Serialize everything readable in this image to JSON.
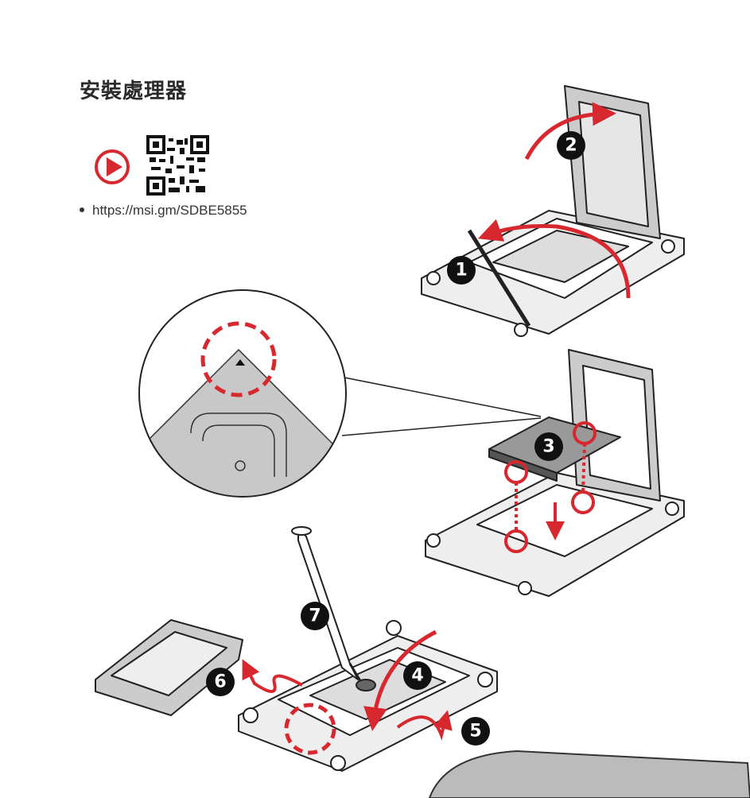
{
  "page": {
    "title": "安裝處理器",
    "video_link": "https://msi.gm/SDBE5855",
    "icons": {
      "play": "play-video-icon",
      "qr": "qr-code"
    },
    "accent_color": "#d7282f"
  },
  "steps": [
    "1",
    "2",
    "3",
    "4",
    "5",
    "6",
    "7"
  ]
}
